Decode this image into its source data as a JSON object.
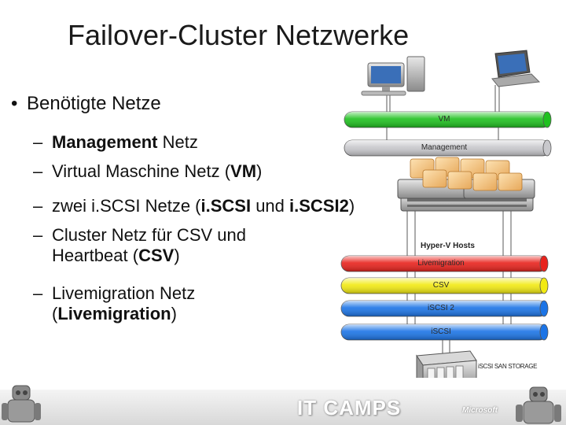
{
  "slide": {
    "title": "Failover-Cluster Netzwerke",
    "bullet": "Benötigte Netze",
    "items": [
      {
        "parts": [
          {
            "text": "Management",
            "bold": true
          },
          {
            "text": " Netz",
            "bold": false
          }
        ]
      },
      {
        "parts": [
          {
            "text": "Virtual Maschine Netz (",
            "bold": false
          },
          {
            "text": "VM",
            "bold": true
          },
          {
            "text": ")",
            "bold": false
          }
        ]
      },
      {
        "parts": [
          {
            "text": "zwei i.SCSI Netze (",
            "bold": false
          },
          {
            "text": "i.SCSI",
            "bold": true
          },
          {
            "text": " und ",
            "bold": false
          },
          {
            "text": "i.SCSI2",
            "bold": true
          },
          {
            "text": ")",
            "bold": false
          }
        ]
      },
      {
        "parts": [
          {
            "text": "Cluster Netz für CSV und",
            "bold": false
          }
        ],
        "cont": [
          {
            "text": "Heartbeat (",
            "bold": false
          },
          {
            "text": "CSV",
            "bold": true
          },
          {
            "text": ")",
            "bold": false
          }
        ]
      },
      {
        "parts": [
          {
            "text": "Livemigration Netz",
            "bold": false
          }
        ],
        "cont": [
          {
            "text": "(",
            "bold": false
          },
          {
            "text": "Livemigration",
            "bold": true
          },
          {
            "text": ")",
            "bold": false
          }
        ]
      }
    ]
  },
  "diagram": {
    "networks": [
      {
        "id": "vm",
        "label": "VM",
        "color": "#1fc11f"
      },
      {
        "id": "management",
        "label": "Management",
        "color": "#c8c8cc"
      },
      {
        "id": "livemigration",
        "label": "Livemigration",
        "color": "#e8221c"
      },
      {
        "id": "csv",
        "label": "CSV",
        "color": "#f2ea12"
      },
      {
        "id": "iscsi2",
        "label": "iSCSI 2",
        "color": "#1b74e6"
      },
      {
        "id": "iscsi",
        "label": "iSCSI",
        "color": "#1b74e6"
      }
    ],
    "hosts_label": "Hyper-V Hosts",
    "storage_label": "iSCSI SAN STORAGE"
  },
  "footer": {
    "brand": "IT CAMPS",
    "vendor": "Microsoft"
  }
}
